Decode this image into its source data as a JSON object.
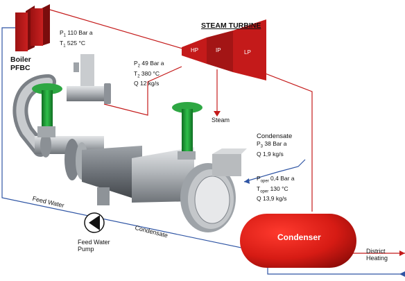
{
  "boiler": {
    "name_line1": "Boiler",
    "name_line2": "PFBC",
    "p_label": "P",
    "p_sub": "1",
    "p_value": " 110 Bar a",
    "t_label": "T",
    "t_sub": "1",
    "t_value": " 525 °C"
  },
  "turbine": {
    "title": "STEAM TURBINE",
    "hp": "HP",
    "ip": "IP",
    "lp": "LP"
  },
  "valve_conditions": {
    "p_label": "P",
    "p_sub": "2",
    "p_value": " 49 Bar a",
    "t_label": "T",
    "t_sub": "2",
    "t_value": " 380 °C",
    "q": "Q 12 kg/s"
  },
  "steam_label": "Steam",
  "condensate_injection": {
    "title": "Condensate",
    "p_label": "P",
    "p_sub": "3",
    "p_value": " 38 Bar a",
    "q": "Q 1,9 kg/s"
  },
  "condenser_conditions": {
    "p_label": "P",
    "p_sub": "oper",
    "p_value": " 0,4 Bar a",
    "t_label": "T",
    "t_sub": "oper",
    "t_value": " 130 °C",
    "q": "Q 13,9 kg/s"
  },
  "condenser": {
    "label": "Condenser"
  },
  "district_heating": {
    "line1": "District",
    "line2": "Heating"
  },
  "feed_water_label": "Feed Water",
  "condensate_label": "Condensate",
  "pump": {
    "line1": "Feed Water",
    "line2": "Pump"
  },
  "colors": {
    "red": "#c41a1a",
    "dark_red": "#8e0f0f",
    "blue": "#2f55a4",
    "green": "#1f9a35",
    "steel": "#9aa0a6"
  }
}
